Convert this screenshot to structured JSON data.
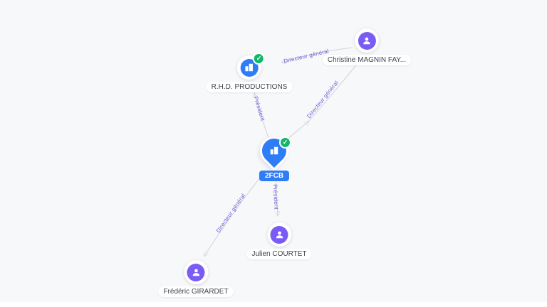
{
  "colors": {
    "background": "#f7f8fa",
    "company_accent": "#2e7cf6",
    "person_accent": "#7a5cf5",
    "verified_green": "#12b76a",
    "edge_line": "#cfd4db",
    "edge_label": "#6d5bd8",
    "center_pill": "#2e7cf6"
  },
  "icons": {
    "verified_check": "✓",
    "company": "building-icon",
    "person": "person-icon"
  },
  "center_node": {
    "label": "2FCB",
    "type": "company",
    "verified": true
  },
  "nodes": {
    "rhd": {
      "label": "R.H.D. PRODUCTIONS",
      "type": "company",
      "verified": true
    },
    "christine": {
      "label": "Christine MAGNIN FAY...",
      "type": "person",
      "verified": false
    },
    "julien": {
      "label": "Julien COURTET",
      "type": "person",
      "verified": false
    },
    "frederic": {
      "label": "Frédéric GIRARDET",
      "type": "person",
      "verified": false
    }
  },
  "edges": {
    "president_rhd": {
      "from": "2FCB",
      "to": "R.H.D. PRODUCTIONS",
      "label": "Président"
    },
    "dg_rhd": {
      "from": "Christine MAGNIN FAY...",
      "to": "R.H.D. PRODUCTIONS",
      "label": "Directeur général"
    },
    "dg_center": {
      "from": "Christine MAGNIN FAY...",
      "to": "2FCB",
      "label": "Directeur général"
    },
    "president_center": {
      "from": "Julien COURTET",
      "to": "2FCB",
      "label": "Président"
    },
    "dg_frederic": {
      "from": "Frédéric GIRARDET",
      "to": "2FCB",
      "label": "Directeur général"
    }
  }
}
